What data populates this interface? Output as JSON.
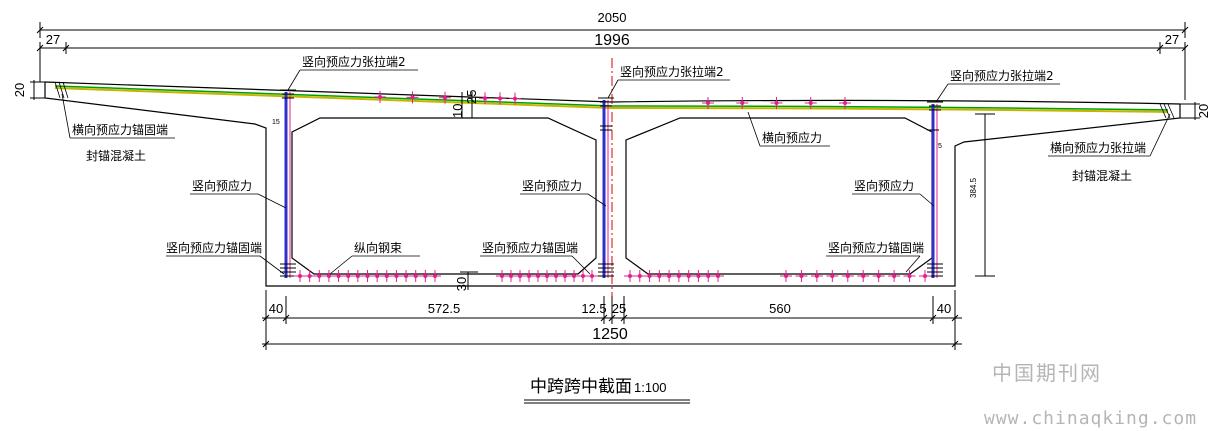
{
  "dimensions": {
    "overall_width": "2050",
    "inner_width": "1996",
    "left_overhang": "27",
    "right_overhang": "27",
    "left_edge_thickness": "20",
    "right_edge_thickness": "20",
    "top_slab": "10",
    "top_slab_25": "25",
    "box_height": "384.5",
    "bottom_slab": "30",
    "bottom_left_web": "40",
    "bottom_left_cell": "572.5",
    "bottom_mid_a": "12.5",
    "bottom_mid_b": "25",
    "bottom_right_cell": "560",
    "bottom_right_web": "40",
    "bottom_total": "1250",
    "web_mark_15": "15",
    "web_mark_5": "5"
  },
  "labels": {
    "vertical_tension_left": "竖向预应力张拉端2",
    "vertical_tension_mid": "竖向预应力张拉端2",
    "vertical_tension_right": "竖向预应力张拉端2",
    "transverse_anchor": "横向预应力锚固端",
    "transverse_anchor_seal": "封锚混凝土",
    "transverse_prestress": "横向预应力",
    "transverse_tension": "横向预应力张拉端",
    "transverse_tension_seal": "封锚混凝土",
    "vertical_prestress_left": "竖向预应力",
    "vertical_prestress_mid": "竖向预应力",
    "vertical_prestress_right": "竖向预应力",
    "vertical_anchor_left": "竖向预应力锚固端",
    "longitudinal_bundle": "纵向钢束",
    "vertical_anchor_mid": "竖向预应力锚固端",
    "vertical_anchor_right": "竖向预应力锚固端"
  },
  "title": {
    "text": "中跨跨中截面",
    "scale": "1:100"
  },
  "watermark": {
    "cn": "中国期刊网",
    "url": "www.chinaqking.com"
  },
  "colors": {
    "outline": "#000000",
    "tendon_green": "#00a000",
    "tendon_yellow": "#c8b400",
    "web_tendon": "#3030c8",
    "bar_magenta": "#e0208c",
    "centerline": "#e00000",
    "watermark": "#b5b5b5"
  },
  "bars": {
    "top_left_count": 3,
    "top_mid_count": 3,
    "top_right_count": 5,
    "bottom_left_count": 15,
    "bottom_mid_count": 11,
    "bottom_right_a_count": 10,
    "bottom_right_b_count": 10
  }
}
